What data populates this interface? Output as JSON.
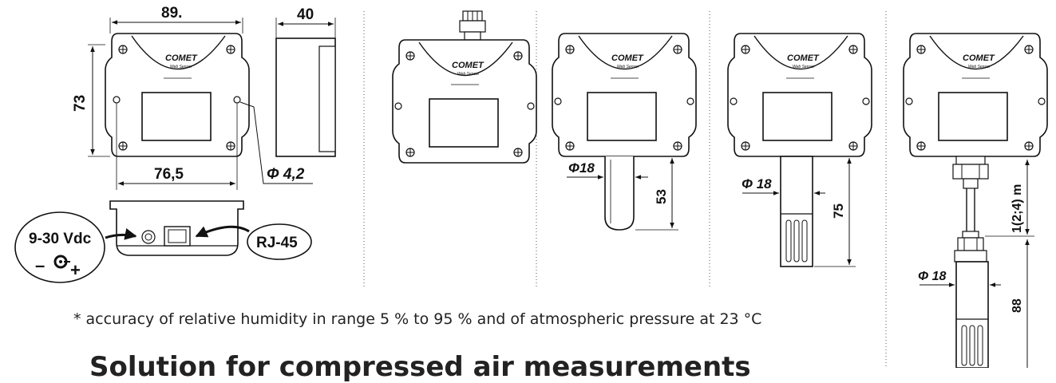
{
  "brand": {
    "logo": "OMET",
    "subtitle": "Web Sensor"
  },
  "dimensions": {
    "width_top": "89.",
    "depth": "40",
    "height": "73",
    "width_bottom": "76,5",
    "hole_diameter": "Φ 4,2",
    "probe1_diameter": "Φ18",
    "probe1_length": "53",
    "probe2_diameter": "Φ 18",
    "probe2_length": "75",
    "cable_length": "1(2;4) m",
    "probe3_diameter": "Φ 18",
    "probe3_length": "88"
  },
  "connectors": {
    "power_label": "9-30 Vdc",
    "polarity_minus": "–",
    "polarity_plus": "+",
    "network_label": "RJ-45"
  },
  "footnote": "* accuracy of relative humidity in range 5 % to 95 % and of atmospheric pressure at 23 °C",
  "heading": "Solution for compressed air measurements"
}
